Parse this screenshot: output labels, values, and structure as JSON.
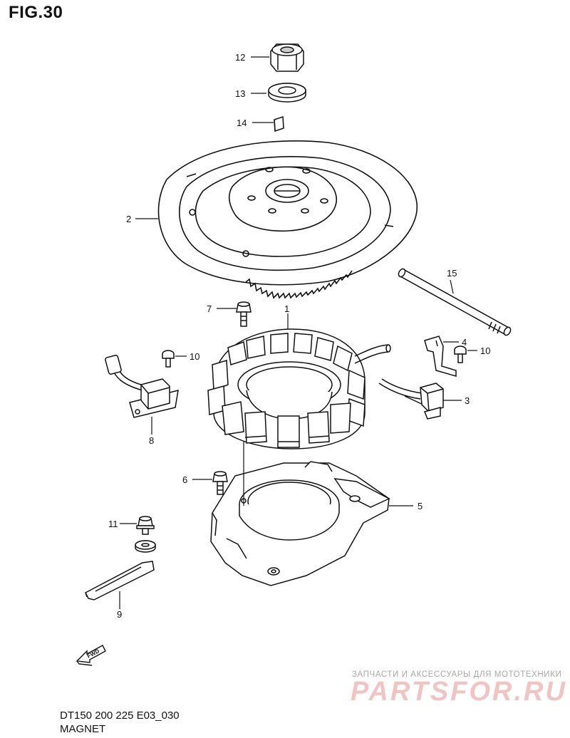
{
  "figure": {
    "title": "FIG.30",
    "model_line": "DT150 200 225 E03_030",
    "caption": "MAGNET"
  },
  "callouts": {
    "p1": "1",
    "p2": "2",
    "p3": "3",
    "p4": "4",
    "p5": "5",
    "p6": "6",
    "p7": "7",
    "p8": "8",
    "p9": "9",
    "p10a": "10",
    "p10b": "10",
    "p11": "11",
    "p12": "12",
    "p13": "13",
    "p14": "14",
    "p15": "15"
  },
  "direction_marker": {
    "label": "FWD"
  },
  "watermark": {
    "tagline": "ЗАПЧАСТИ И АКСЕССУАРЫ ДЛЯ МОТОТЕХНИКИ",
    "brand": "PARTSFOR.RU"
  },
  "colors": {
    "line": "#111111",
    "watermark_text": "#a9a9a9",
    "watermark_logo": "#f1c4c4"
  }
}
